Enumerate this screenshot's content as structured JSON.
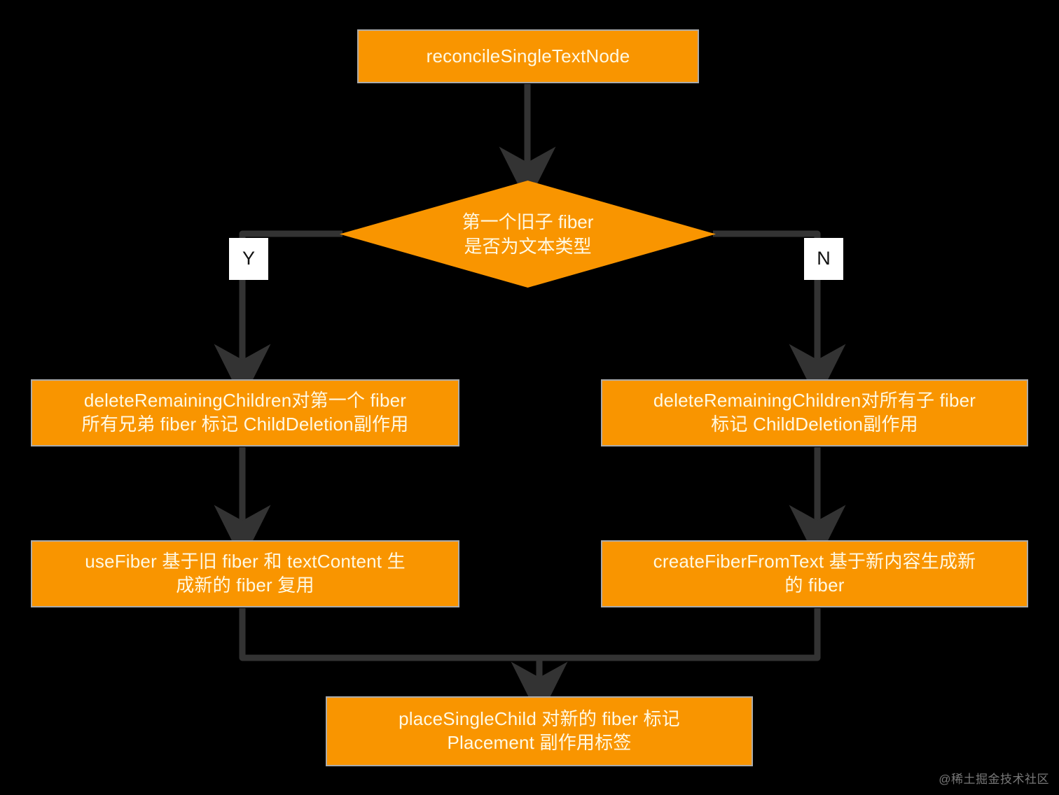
{
  "diagram": {
    "title": "reconcileSingleTextNode flowchart",
    "background_color": "#000000",
    "node_fill_color": "#F99500",
    "node_border_color": "#ABABAB",
    "node_text_color": "#FFF9E3",
    "connector_color": "#333333"
  },
  "nodes": {
    "start": {
      "label": "reconcileSingleTextNode",
      "shape": "rectangle"
    },
    "decision": {
      "label": "第一个旧子 fiber\n是否为文本类型",
      "shape": "diamond"
    },
    "yes_delete": {
      "label": "deleteRemainingChildren对第一个 fiber\n所有兄弟 fiber 标记 ChildDeletion副作用",
      "shape": "rectangle"
    },
    "no_delete": {
      "label": "deleteRemainingChildren对所有子 fiber\n标记 ChildDeletion副作用",
      "shape": "rectangle"
    },
    "use_fiber": {
      "label": "useFiber 基于旧 fiber 和 textContent 生\n成新的 fiber 复用",
      "shape": "rectangle"
    },
    "create_fiber": {
      "label": "createFiberFromText 基于新内容生成新\n的 fiber",
      "shape": "rectangle"
    },
    "place_single_child": {
      "label": "placeSingleChild 对新的 fiber 标记\nPlacement 副作用标签",
      "shape": "rectangle"
    }
  },
  "edge_labels": {
    "yes": "Y",
    "no": "N"
  },
  "watermark": {
    "text": "@稀土掘金技术社区"
  }
}
